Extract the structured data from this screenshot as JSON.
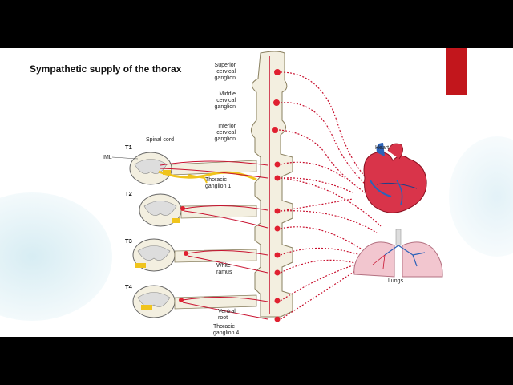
{
  "slide": {
    "title": "Sympathetic supply of the thorax",
    "accent_color": "#c2161c"
  },
  "diagram": {
    "labels": {
      "superior_cervical": [
        "Superior",
        "cervical",
        "ganglion"
      ],
      "middle_cervical": [
        "Middle",
        "cervical",
        "ganglion"
      ],
      "inferior_cervical": [
        "Inferior",
        "cervical",
        "ganglion"
      ],
      "spinal_cord": "Spinal cord",
      "iml": "IML",
      "thoracic_ganglion_1": [
        "Thoracic",
        "ganglion 1"
      ],
      "white_ramus": [
        "White",
        "ramus"
      ],
      "ventral_root": [
        "Ventral",
        "root"
      ],
      "thoracic_ganglion_4": [
        "Thoracic",
        "ganglion 4"
      ],
      "heart": "Heart",
      "lungs": "Lungs"
    },
    "segments": [
      "T1",
      "T2",
      "T3",
      "T4"
    ],
    "colors": {
      "nerve": "#c8102e",
      "ganglion_fill": "#f3efe0",
      "ganglion_stroke": "#8a8060",
      "tract": "#f0c41c",
      "heart": "#d9344a",
      "lungs": "#f2c6cf",
      "vessel_blue": "#2c62b8"
    }
  }
}
